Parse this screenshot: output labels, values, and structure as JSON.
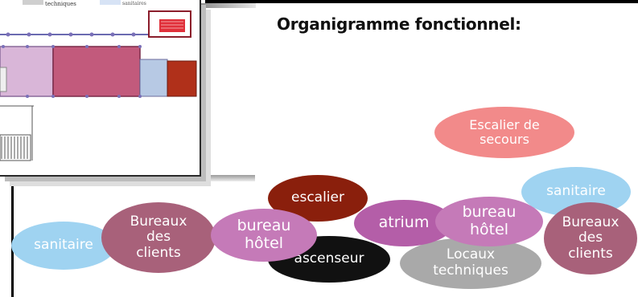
{
  "title": "Organigramme fonctionnel:",
  "plan_legend": {
    "item_1": "techniques",
    "item_2": "sanitaires"
  },
  "nodes": {
    "escalier_secours": {
      "label": "Escalier de\nsecours",
      "color": "#f28a8a"
    },
    "sanitaire_right": {
      "label": "sanitaire",
      "color": "#9fd3f1"
    },
    "escalier": {
      "label": "escalier",
      "color": "#8a1f0c"
    },
    "bureaux_clients_left": {
      "label": "Bureaux\ndes\nclients",
      "color": "#a8617a"
    },
    "bureau_hotel_left": {
      "label": "bureau\nhôtel",
      "color": "#c57ab8"
    },
    "atrium": {
      "label": "atrium",
      "color": "#b45ea8"
    },
    "bureau_hotel_right": {
      "label": "bureau\nhôtel",
      "color": "#c57ab8"
    },
    "bureaux_clients_right": {
      "label": "Bureaux\ndes\nclients",
      "color": "#a8617a"
    },
    "sanitaire_left": {
      "label": "sanitaire",
      "color": "#9fd3f1"
    },
    "ascenseur": {
      "label": "ascenseur",
      "color": "#111111"
    },
    "locaux_techniques": {
      "label": "Locaux\ntechniques",
      "color": "#a9a9a9"
    }
  }
}
